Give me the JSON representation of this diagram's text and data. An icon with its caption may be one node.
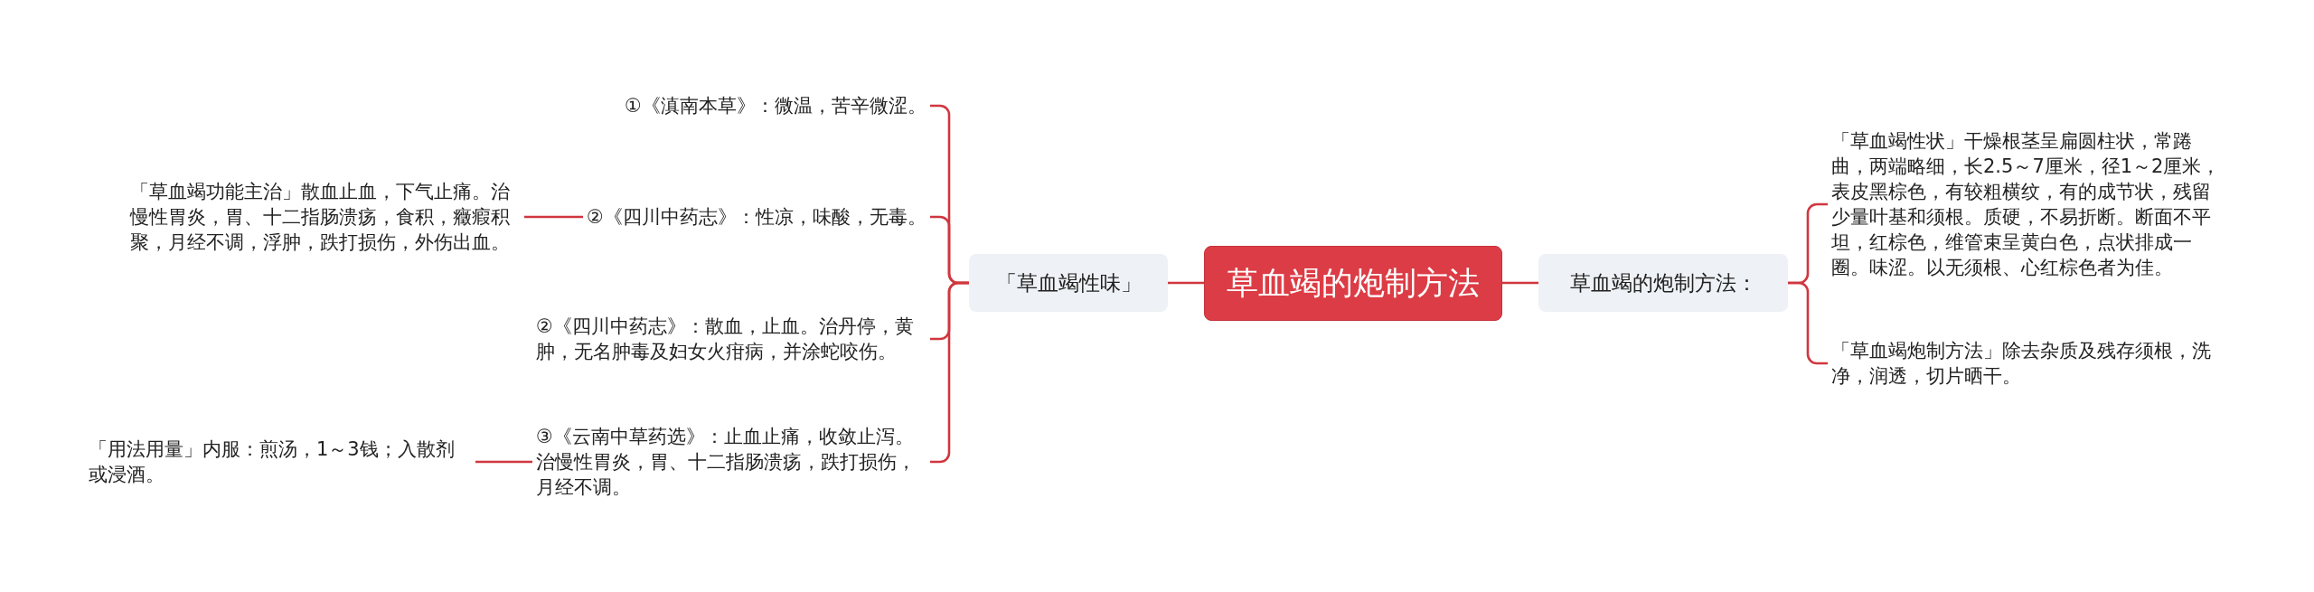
{
  "diagram": {
    "nodes": [
      {
        "text": [
          "草血竭的炮制方法"
        ]
      },
      {
        "text": [
          "「草血竭性味」"
        ]
      },
      {
        "text": [
          "草血竭的炮制方法："
        ]
      },
      {
        "text": [
          "①《滇南本草》：微温，苦辛微涩。"
        ]
      },
      {
        "text": [
          "②《四川中药志》：性凉，味酸，无毒。"
        ]
      },
      {
        "text": [
          "「草血竭功能主治」散血止血，下气止痛。治慢性胃炎，胃、十二指肠溃疡，食积，癥瘕积聚，月经不调，浮肿，跌打损伤，外伤出血。"
        ]
      },
      {
        "text": [
          "②《四川中药志》：散血，止血。治丹停，黄肿，无名肿毒及妇女火疳病，并涂蛇咬伤。"
        ]
      },
      {
        "text": [
          "③《云南中草药选》：止血止痛，收敛止泻。治慢性胃炎，胃、十二指肠溃疡，跌打损伤，月经不调。"
        ]
      },
      {
        "text": [
          "「用法用量」内服：煎汤，1～3钱；入散剂或浸酒。"
        ]
      },
      {
        "text": [
          "「草血竭性状」干燥根茎呈扁圆柱状，常踡曲，两端略细，长2.5～7厘米，径1～2厘米，表皮黑棕色，有较粗横纹，有的成节状，残留少量叶基和须根。质硬，不易折断。断面不平坦，红棕色，维管束呈黄白色，点状排成一圈。味涩。以无须根、心红棕色者为佳。"
        ]
      },
      {
        "text": [
          "「草血竭炮制方法」除去杂质及残存须根，洗净，润透，切片晒干。"
        ]
      }
    ],
    "edges": [
      {
        "from": 0,
        "to": 1,
        "arrow": "none"
      },
      {
        "from": 0,
        "to": 2,
        "arrow": "none"
      },
      {
        "from": 1,
        "to": 3,
        "arrow": "none"
      },
      {
        "from": 1,
        "to": 4,
        "arrow": "none"
      },
      {
        "from": 4,
        "to": 5,
        "arrow": "none"
      },
      {
        "from": 1,
        "to": 6,
        "arrow": "none"
      },
      {
        "from": 1,
        "to": 7,
        "arrow": "none"
      },
      {
        "from": 7,
        "to": 8,
        "arrow": "none"
      },
      {
        "from": 2,
        "to": 9,
        "arrow": "none"
      },
      {
        "from": 2,
        "to": 10,
        "arrow": "none"
      }
    ]
  }
}
